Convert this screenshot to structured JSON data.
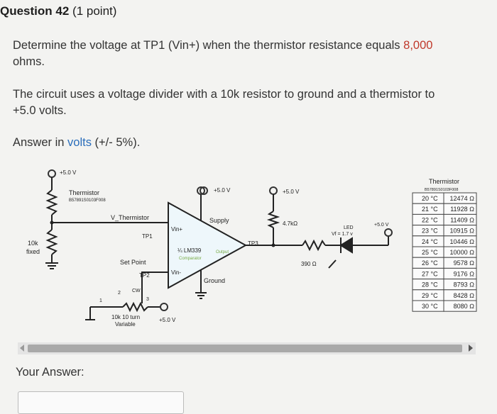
{
  "question": {
    "title": "Question 42",
    "points": "(1 point)",
    "line1_a": "Determine the voltage at TP1 (Vin+) when the thermistor resistance equals ",
    "line1_value": "8,000",
    "line2": "ohms.",
    "line3": "The circuit uses a voltage divider with a 10k resistor to ground and a thermistor to",
    "line4": "+5.0 volts.",
    "line5_a": "Answer in ",
    "line5_link": "volts",
    "line5_b": " (+/- 5%)."
  },
  "circuit": {
    "v_top_left": "+5.0 V",
    "thermistor_label": "Thermistor",
    "thermistor_part": "B57891S0103F008",
    "v_thermistor": "V_Thermistor",
    "tp1": "TP1",
    "r10k_1": "10k",
    "r10k_2": "fixed",
    "setpoint": "Set Point",
    "tp2": "TP2",
    "pot_pin1": "1",
    "pot_pin2": "2",
    "pot_pin3": "3",
    "pot_cw": "CW",
    "pot_label1": "10k 10 turn",
    "pot_label2": "Variable",
    "pot_v": "+5.0 V",
    "vin_plus": "Vin+",
    "vin_minus": "Vin-",
    "ic_name": "¼ LM339",
    "ic_sub": "Comparator",
    "ic_output": "Output",
    "v_supply": "+5.0 V",
    "supply": "Supply",
    "ground": "Ground",
    "tp3": "TP3",
    "v_pullup": "+5.0 V",
    "r_pullup": "4.7kΩ",
    "r_led": "390 Ω",
    "led1": "LED",
    "led2": "Vf = 1.7 v",
    "v_led": "+5.0 V"
  },
  "table": {
    "title": "Thermistor",
    "part": "B57891S0103F008",
    "rows": [
      {
        "t": "20 °C",
        "r": "12474 Ω"
      },
      {
        "t": "21 °C",
        "r": "11928 Ω"
      },
      {
        "t": "22 °C",
        "r": "11409 Ω"
      },
      {
        "t": "23 °C",
        "r": "10915 Ω"
      },
      {
        "t": "24 °C",
        "r": "10446 Ω"
      },
      {
        "t": "25 °C",
        "r": "10000 Ω"
      },
      {
        "t": "26 °C",
        "r": "9578 Ω"
      },
      {
        "t": "27 °C",
        "r": "9176 Ω"
      },
      {
        "t": "28 °C",
        "r": "8793 Ω"
      },
      {
        "t": "29 °C",
        "r": "8428 Ω"
      },
      {
        "t": "30 °C",
        "r": "8080 Ω"
      }
    ]
  },
  "answer": {
    "label": "Your Answer:"
  }
}
